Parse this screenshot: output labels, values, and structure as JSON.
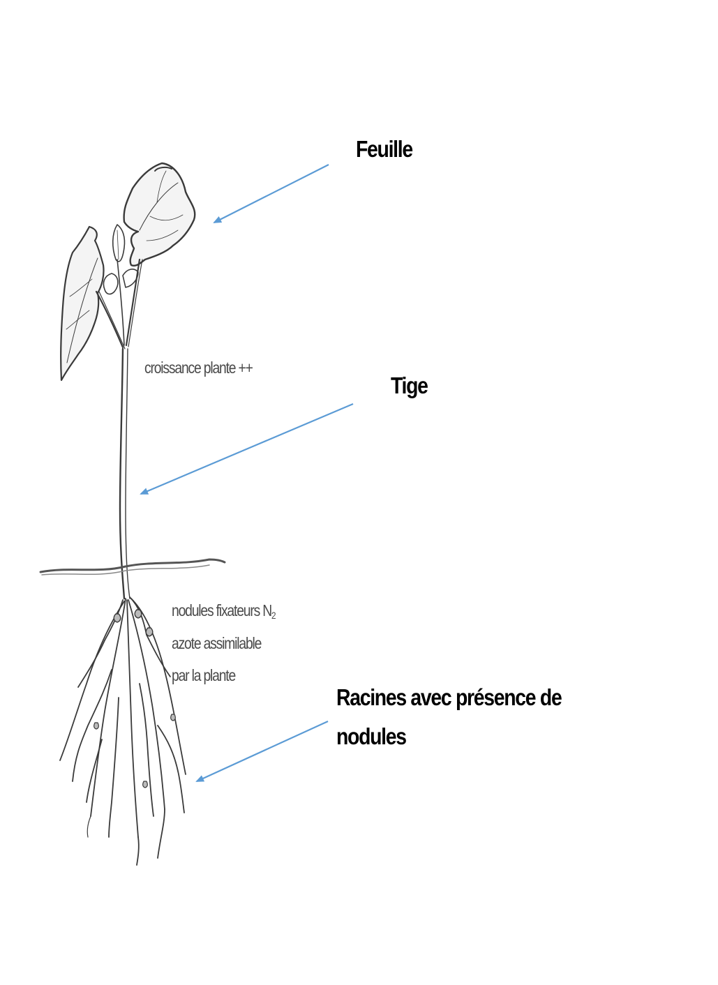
{
  "callouts": {
    "leaf": "Feuille",
    "stem": "Tige",
    "roots_line1": "Racines avec présence de",
    "roots_line2": "nodules"
  },
  "sketch_labels": {
    "growth": "croissance plante ++",
    "nodules_line1": "nodules fixateurs N",
    "nodules_subscript": "2",
    "nodules_line2": "azote assimilable",
    "nodules_line3": "par la plante"
  },
  "colors": {
    "arrow": "#5b9bd5",
    "sketch": "#3a3a3a",
    "text": "#000000"
  }
}
